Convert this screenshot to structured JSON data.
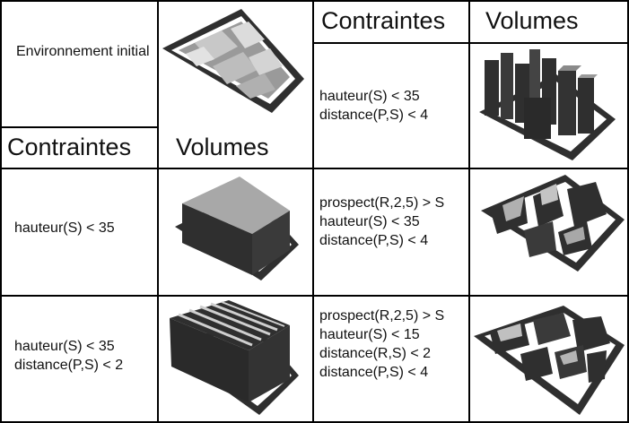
{
  "initial": {
    "label": "Environnement initial"
  },
  "left_header": {
    "constraints": "Contraintes",
    "volumes": "Volumes"
  },
  "right_header": {
    "constraints": "Contraintes",
    "volumes": "Volumes"
  },
  "left_rows": [
    {
      "constraints": "hauteur(S) < 35",
      "volume_icon": "extruded-block-icon"
    },
    {
      "constraints": "hauteur(S) < 35\ndistance(P,S) < 2",
      "volume_icon": "striped-volume-icon"
    }
  ],
  "right_rows": [
    {
      "constraints": "hauteur(S) < 35\ndistance(P,S) < 4",
      "volume_icon": "tower-volumes-icon"
    },
    {
      "constraints": "prospect(R,2,5) > S\nhauteur(S) < 35\ndistance(P,S) < 4",
      "volume_icon": "sloped-volumes-icon"
    },
    {
      "constraints": "prospect(R,2,5) > S\nhauteur(S) < 15\ndistance(R,S) < 2\ndistance(P,S) < 4",
      "volume_icon": "low-volumes-icon"
    }
  ],
  "colors": {
    "grid": "#000000",
    "dark_volume": "#2f2f2f",
    "mid_volume": "#808080",
    "light_volume": "#b5b5b5",
    "ground": "#ffffff"
  }
}
